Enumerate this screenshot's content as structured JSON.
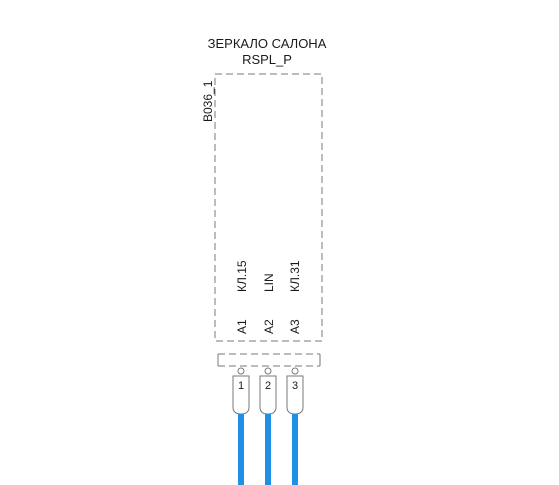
{
  "component": {
    "title": "ЗЕРКАЛО САЛОНА",
    "code": "RSPL_P",
    "connector_id": "B036_1"
  },
  "pins": [
    {
      "signal": "КЛ.15",
      "contact": "A1",
      "number": "1"
    },
    {
      "signal": "LIN",
      "contact": "A2",
      "number": "2"
    },
    {
      "signal": "КЛ.31",
      "contact": "A3",
      "number": "3"
    }
  ],
  "colors": {
    "outline": "#7a7a7a",
    "wire": "#1e90e6",
    "text": "#1a1a1a"
  }
}
